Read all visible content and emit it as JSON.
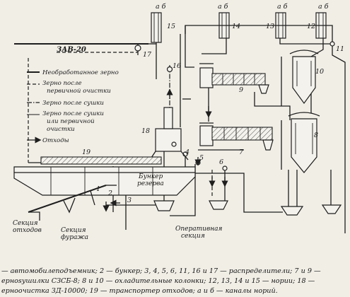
{
  "labels": {
    "zav": "ЗАВ-20",
    "ab": "а б",
    "neobr": "Необработанное зерно",
    "posle_perv_1": "Зерно после",
    "posle_perv_2": "первичной очистки",
    "posle_sushki": "Зерно после сушки",
    "posle_sushki_ili_1": "Зерно после сушки",
    "posle_sushki_ili_2": "или первичной",
    "posle_sushki_ili_3": "очистки",
    "othody": "Отходы",
    "bunker_1": "Бункер",
    "bunker_2": "резерва",
    "sekc_oth_1": "Секция",
    "sekc_oth_2": "отходов",
    "sekc_fur_1": "Секция",
    "sekc_fur_2": "фуража",
    "oper_1": "Оперативная",
    "oper_2": "секция"
  },
  "numbers": {
    "n1": "1",
    "n2": "2",
    "n3": "3",
    "n4": "4",
    "n5": "5",
    "n6": "6",
    "n7": "7",
    "n8": "8",
    "n9": "9",
    "n10": "10",
    "n11": "11",
    "n12": "12",
    "n13": "13",
    "n14": "14",
    "n15": "15",
    "n16": "16",
    "n17": "17",
    "n18": "18",
    "n19": "19"
  },
  "caption": {
    "line1": "— автомобилеподъемник; 2 — бункер; 3, 4, 5, 6, 11, 16 и 17 — распределители; 7 и 9 —",
    "line2": "ернosушилки СЗСБ-8; 8 и 10 — охладительные колонки; 12, 13, 14 и 15 — нории; 18 —",
    "line3": "ерноочистка ЗД-10000; 19 — транспортер отходов; а и б — каналы норий."
  }
}
